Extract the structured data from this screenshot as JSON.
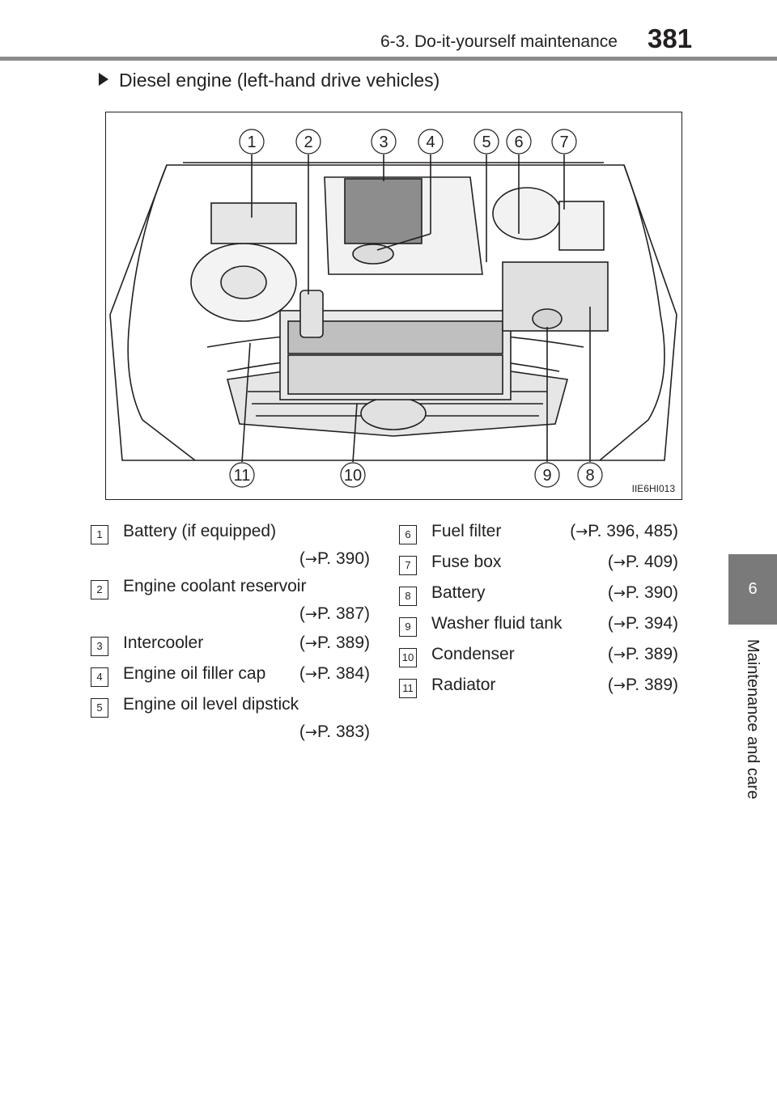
{
  "header": {
    "section": "6-3. Do-it-yourself maintenance",
    "page_number": "381"
  },
  "side_tab": {
    "chapter": "6",
    "label": "Maintenance and care"
  },
  "subheading": "Diesel engine (left-hand drive vehicles)",
  "figure": {
    "code": "IIE6HI013",
    "callouts_top": [
      "1",
      "2",
      "3",
      "4",
      "5",
      "6",
      "7"
    ],
    "callouts_bottom": [
      "11",
      "10",
      "9",
      "8"
    ]
  },
  "legend_left": [
    {
      "num": "1",
      "name": "Battery (if equipped)",
      "ref_open": "(",
      "ref_arrow": "→",
      "ref": "P. 390)"
    },
    {
      "num": "2",
      "name": "Engine coolant reservoir",
      "ref_open": "(",
      "ref_arrow": "→",
      "ref": "P. 387)"
    },
    {
      "num": "3",
      "name": "Intercooler",
      "ref_open": "(",
      "ref_arrow": "→",
      "ref": "P. 389)"
    },
    {
      "num": "4",
      "name": "Engine oil filler cap",
      "ref_open": "(",
      "ref_arrow": "→",
      "ref": "P. 384)"
    },
    {
      "num": "5",
      "name": "Engine oil level dipstick",
      "ref_open": "(",
      "ref_arrow": "→",
      "ref": "P. 383)"
    }
  ],
  "legend_right": [
    {
      "num": "6",
      "name": "Fuel filter",
      "ref_open": "(",
      "ref_arrow": "→",
      "ref": "P. 396, 485)"
    },
    {
      "num": "7",
      "name": "Fuse box",
      "ref_open": "(",
      "ref_arrow": "→",
      "ref": "P. 409)"
    },
    {
      "num": "8",
      "name": "Battery",
      "ref_open": "(",
      "ref_arrow": "→",
      "ref": "P. 390)"
    },
    {
      "num": "9",
      "name": "Washer fluid tank",
      "ref_open": "(",
      "ref_arrow": "→",
      "ref": "P. 394)"
    },
    {
      "num": "10",
      "name": "Condenser",
      "ref_open": "(",
      "ref_arrow": "→",
      "ref": "P. 389)"
    },
    {
      "num": "11",
      "name": "Radiator",
      "ref_open": "(",
      "ref_arrow": "→",
      "ref": "P. 389)"
    }
  ]
}
